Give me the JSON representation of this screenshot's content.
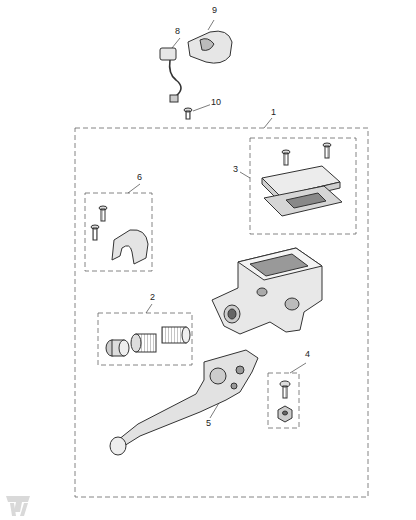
{
  "diagram": {
    "labels": [
      "9",
      "8",
      "10",
      "1",
      "3",
      "6",
      "2",
      "4",
      "5"
    ]
  }
}
